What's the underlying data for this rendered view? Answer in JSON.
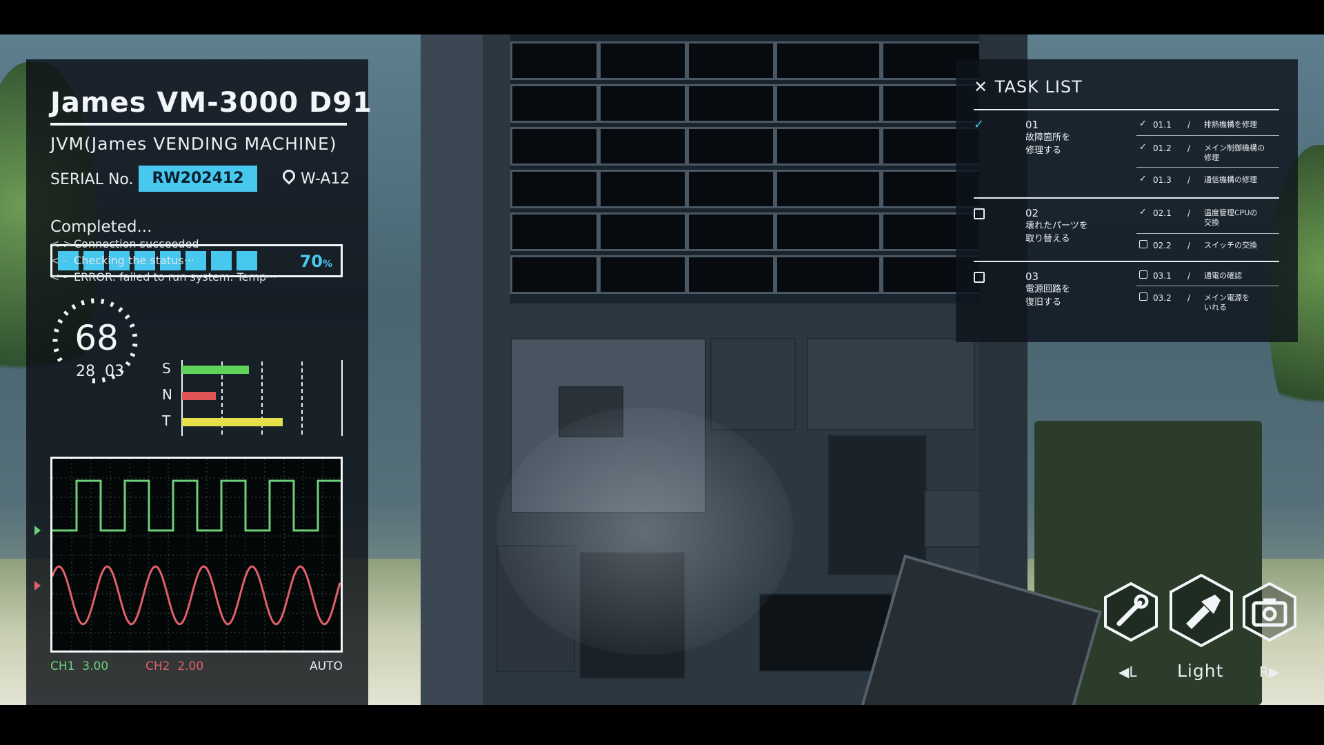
{
  "machine": {
    "title": "James VM-3000 D91",
    "subtitle": "JVM(James VENDING MACHINE)",
    "serial_label": "SERIAL No.",
    "serial_value": "RW202412",
    "location": "W-A12"
  },
  "progress": {
    "label": "Completed...",
    "percent": 70,
    "percent_text": "70",
    "percent_unit": "%"
  },
  "log": [
    {
      "arrow": "< >",
      "text": "Connection succeeded"
    },
    {
      "arrow": "< -",
      "text": "Checking the status···"
    },
    {
      "arrow": "< -",
      "text": "ERROR: failed to run system. Temp···"
    }
  ],
  "gauge": {
    "value": "68",
    "sub_left": "28",
    "sub_right": "03"
  },
  "snt": [
    {
      "label": "S",
      "value": 0.42,
      "color": "#5fd35a"
    },
    {
      "label": "N",
      "value": 0.21,
      "color": "#e25555"
    },
    {
      "label": "T",
      "value": 0.63,
      "color": "#e5e04a"
    }
  ],
  "scope": {
    "ch1_label": "CH1",
    "ch1_value": "3.00",
    "ch2_label": "CH2",
    "ch2_value": "2.00",
    "mode": "AUTO",
    "ch1_color": "#6cd07a",
    "ch2_color": "#e0606a"
  },
  "tasks": {
    "title": "TASK LIST",
    "items": [
      {
        "no": "01",
        "name": "故障箇所を\n修理する",
        "done": true,
        "subs": [
          {
            "no": "01.1",
            "name": "排熱機構を修理",
            "done": true
          },
          {
            "no": "01.2",
            "name": "メイン制御機構の\n修理",
            "done": true
          },
          {
            "no": "01.3",
            "name": "通信機構の修理",
            "done": true
          }
        ]
      },
      {
        "no": "02",
        "name": "壊れたパーツを\n取り替える",
        "done": false,
        "subs": [
          {
            "no": "02.1",
            "name": "温度管理CPUの\n交換",
            "done": true
          },
          {
            "no": "02.2",
            "name": "スイッチの交換",
            "done": false
          }
        ]
      },
      {
        "no": "03",
        "name": "電源回路を\n復旧する",
        "done": false,
        "subs": [
          {
            "no": "03.1",
            "name": "通電の確認",
            "done": false
          },
          {
            "no": "03.2",
            "name": "メイン電源を\nいれる",
            "done": false
          }
        ]
      }
    ]
  },
  "tools": {
    "items": [
      {
        "icon": "wrench-icon"
      },
      {
        "icon": "flashlight-icon",
        "selected": true
      },
      {
        "icon": "camera-icon"
      }
    ],
    "selected_label": "Light",
    "prev_label": "L",
    "next_label": "R"
  },
  "colors": {
    "accent": "#49c8ef"
  }
}
